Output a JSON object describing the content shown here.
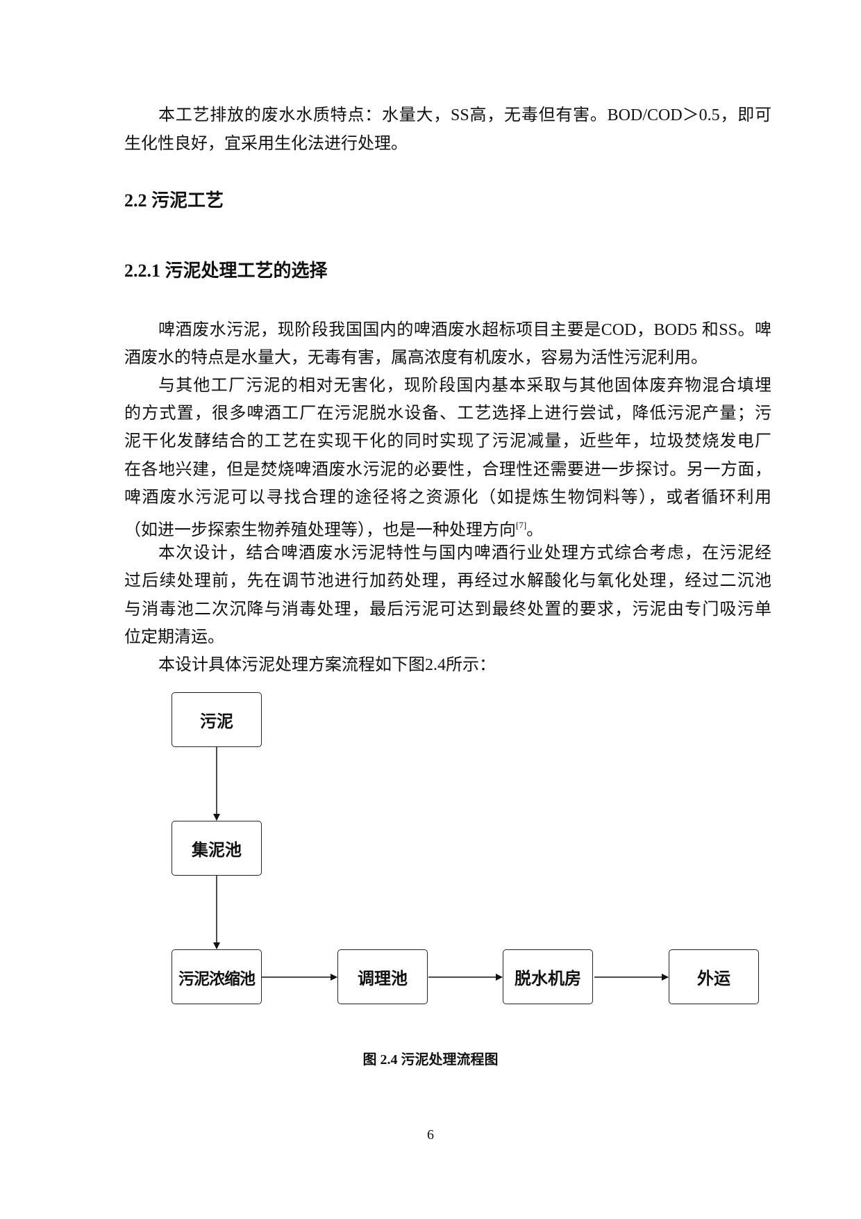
{
  "intro": {
    "lines": [
      "本工艺排放的废水水质特点：水量大，SS高，无毒但有害。BOD/COD＞0.5，即可",
      "生化性良好，宜采用生化法进行处理。"
    ]
  },
  "section_heading": "2.2 污泥工艺",
  "subsection_heading": "2.2.1 污泥处理工艺的选择",
  "paragraphs": [
    [
      "啤酒废水污泥，现阶段我国国内的啤酒废水超标项目主要是COD，BOD5 和SS。啤",
      "酒废水的特点是水量大，无毒有害，属高浓度有机废水，容易为活性污泥利用。"
    ],
    [
      "与其他工厂污泥的相对无害化，现阶段国内基本采取与其他固体废弃物混合填埋",
      "的方式置，很多啤酒工厂在污泥脱水设备、工艺选择上进行尝试，降低污泥产量；污",
      "泥干化发酵结合的工艺在实现干化的同时实现了污泥减量，近些年，垃圾焚烧发电厂",
      "在各地兴建，但是焚烧啤酒废水污泥的必要性，合理性还需要进一步探讨。另一方面，",
      "啤酒废水污泥可以寻找合理的途径将之资源化（如提炼生物饲料等），或者循环利用",
      "（如进一步探索生物养殖处理等），也是一种处理方向"
    ],
    [
      "本次设计，结合啤酒废水污泥特性与国内啤酒行业处理方式综合考虑，在污泥经",
      "过后续处理前，先在调节池进行加药处理，再经过水解酸化与氧化处理，经过二沉池",
      "与消毒池二次沉降与消毒处理，最后污泥可达到最终处置的要求，污泥由专门吸污单",
      "位定期清运。"
    ],
    [
      "本设计具体污泥处理方案流程如下图2.4所示："
    ]
  ],
  "citation": "[7]",
  "citation_tail": "。",
  "flowchart": {
    "nodes": [
      "污泥",
      "集泥池",
      "污泥浓缩池",
      "调理池",
      "脱水机房",
      "外运"
    ]
  },
  "figure_caption": "图 2.4  污泥处理流程图",
  "page_number": "6"
}
